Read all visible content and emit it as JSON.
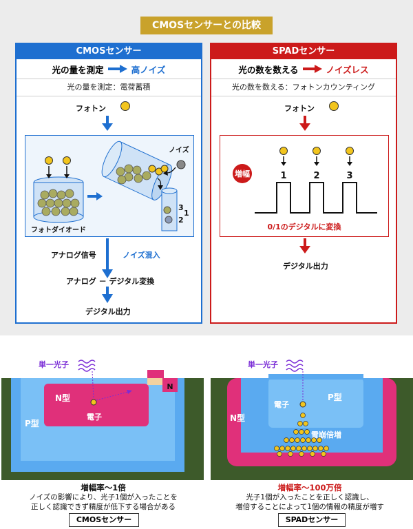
{
  "title": "CMOSセンサーとの比較",
  "cmos": {
    "header": "CMOSセンサー",
    "headline_left": "光の量を測定",
    "headline_right": "高ノイズ",
    "note": "光の量を測定：電荷蓄積",
    "photon": "フォトン",
    "noise": "ノイズ",
    "photodiode": "フォトダイオード",
    "counts": [
      "3",
      "1",
      "2"
    ],
    "analog_signal": "アナログ信号",
    "noise_mix": "ノイズ混入",
    "conversion": "アナログ － デジタル変換",
    "output": "デジタル出力"
  },
  "spad": {
    "header": "SPADセンサー",
    "headline_left": "光の数を数える",
    "headline_right": "ノイズレス",
    "note": "光の数を数える：フォトンカウンティング",
    "photon": "フォトン",
    "amplify": "増幅",
    "pulses": [
      "1",
      "2",
      "3"
    ],
    "digital_conv": "0/1のデジタルに変換",
    "output": "デジタル出力"
  },
  "bottom_cmos": {
    "single_photon": "単一光子",
    "n_region": "N型",
    "n_contact": "N",
    "p_region": "P型",
    "electron": "電子",
    "gain": "増幅率〜1倍",
    "desc1": "ノイズの影響により、光子1個が入ったことを",
    "desc2": "正しく認識できず精度が低下する場合がある",
    "label": "CMOSセンサー"
  },
  "bottom_spad": {
    "single_photon": "単一光子",
    "p_region": "P型",
    "n_region": "N型",
    "electron": "電子",
    "avalanche": "雪崩倍増",
    "gain": "増幅率〜100万倍",
    "desc1": "光子1個が入ったことを正しく認識し、",
    "desc2": "増倍することによって1個の情報の精度が増す",
    "label": "SPADセンサー"
  },
  "colors": {
    "cmos_blue": "#1e6fd0",
    "spad_red": "#cc1a1a",
    "gold": "#c9a22b",
    "magenta": "#e0307a",
    "green": "#3d5a2a"
  }
}
